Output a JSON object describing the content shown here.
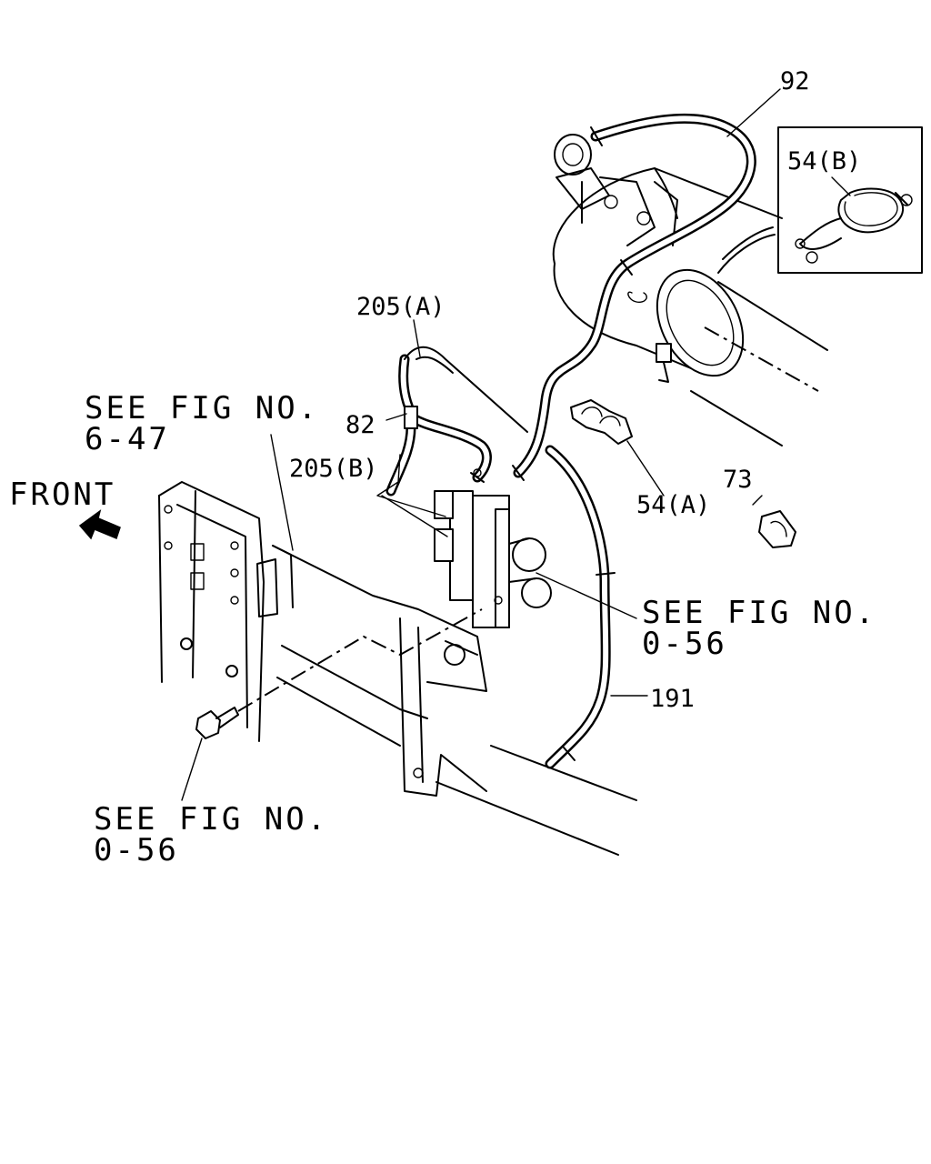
{
  "labels": {
    "part_92": "92",
    "part_54b": "54(B)",
    "part_205a": "205(A)",
    "part_82": "82",
    "part_205b": "205(B)",
    "part_54a": "54(A)",
    "part_73": "73",
    "part_191": "191",
    "front": "FRONT",
    "ref_647_line1": "SEE FIG NO.",
    "ref_647_line2": "6-47",
    "ref_056a_line1": "SEE FIG NO.",
    "ref_056a_line2": "0-56",
    "ref_056b_line1": "SEE FIG NO.",
    "ref_056b_line2": "0-56"
  },
  "icons": {
    "front_arrow": "front-arrow-icon"
  }
}
